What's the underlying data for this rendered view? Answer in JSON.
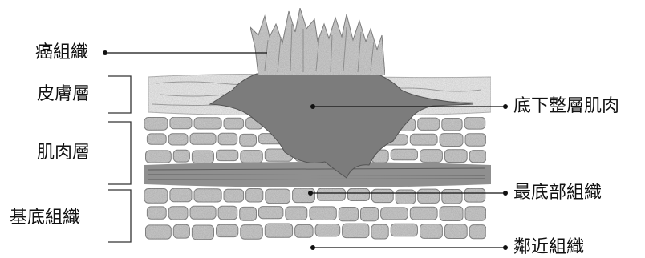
{
  "left_labels": {
    "cancer": "癌組織",
    "skin": "皮膚層",
    "muscle": "肌肉層",
    "base": "基底組織"
  },
  "right_labels": {
    "deep_muscle": "底下整層肌肉",
    "deepest": "最底部組織",
    "adjacent": "鄰近組織"
  },
  "colors": {
    "skin_fill": "#ececec",
    "muscle_cell": "#cdcdcd",
    "tumor": "#7a7a7a",
    "tumor_surface": "#c8c8c8",
    "line": "#111111"
  }
}
